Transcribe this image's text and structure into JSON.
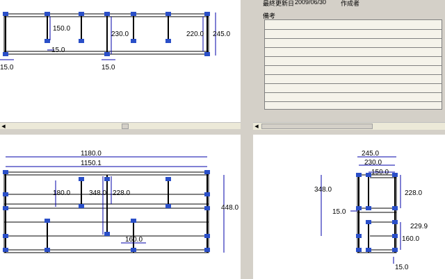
{
  "info_panel": {
    "last_updated_label": "最終更新日",
    "last_updated_value": "2009/06/30",
    "author_label": "作成者",
    "remarks_label": "備考"
  },
  "top_view": {
    "dims": [
      "150.0",
      "15.0",
      "230.0",
      "220.0",
      "245.0",
      "15.0",
      "15.0"
    ]
  },
  "front_view": {
    "dims": [
      "1180.0",
      "1150.1",
      "180.0",
      "348.0",
      "228.0",
      "448.0",
      "160.0"
    ]
  },
  "side_view": {
    "dims": [
      "245.0",
      "230.0",
      "150.0",
      "348.0",
      "228.0",
      "15.0",
      "229.9",
      "160.0",
      "15.0"
    ]
  },
  "colors": {
    "frame_line": "#000000",
    "dimension_line": "#0000aa",
    "joint": "#2a4fc8",
    "panel_bg": "#d4d0c8",
    "memo_line": "#808080"
  }
}
